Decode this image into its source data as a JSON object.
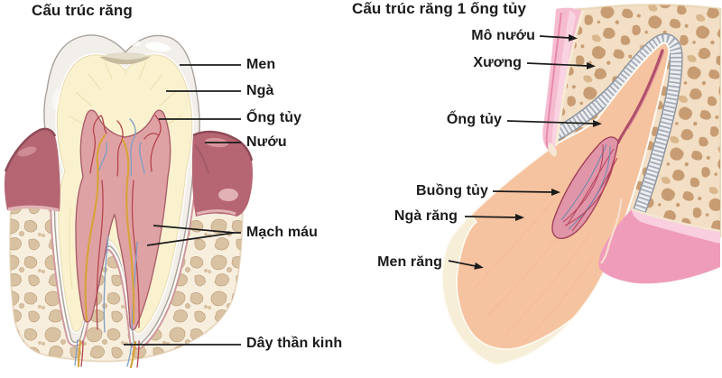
{
  "page": {
    "background": "#ffffff"
  },
  "left_figure": {
    "title": "Cấu trúc răng",
    "labels": [
      {
        "id": "men",
        "text": "Men"
      },
      {
        "id": "nga",
        "text": "Ngà"
      },
      {
        "id": "ong-tuy",
        "text": "Ống tủy"
      },
      {
        "id": "nuou",
        "text": "Nướu"
      },
      {
        "id": "mach-mau",
        "text": "Mạch máu"
      },
      {
        "id": "day-than-kinh",
        "text": "Dây thần kinh"
      }
    ]
  },
  "right_figure": {
    "title": "Cấu trúc răng 1 ống tủy",
    "labels": [
      {
        "id": "mo-nuou",
        "text": "Mô nướu"
      },
      {
        "id": "xuong",
        "text": "Xương"
      },
      {
        "id": "ong-tuy",
        "text": "Ống tủy"
      },
      {
        "id": "buong-tuy",
        "text": "Buồng tủy"
      },
      {
        "id": "nga-rang",
        "text": "Ngà răng"
      },
      {
        "id": "men-rang",
        "text": "Men răng"
      }
    ]
  },
  "colors": {
    "background": "#ffffff",
    "label_text": "#1b1b1b",
    "leader_line": "#1b1b1b",
    "enamel_white": "#f2efeb",
    "dentin_yellow": "#faf2cf",
    "pulp_pink": "#dfa2a4",
    "gum_rose": "#b56672",
    "bone_beige": "#f7eedd",
    "bone_pebble": "#d8c2a2",
    "right_bone": "#f3dfc5",
    "right_bone_spot": "#c79c72",
    "right_gum_pink": "#ef9cba",
    "right_gum_light": "#f9cede",
    "gum_band_pink": "#f5bcd0",
    "root_dentin": "#f6c3a0",
    "root_enamel": "#f7eed8",
    "ligament_gray": "#a7adb6",
    "canal_red": "#b04f6b",
    "vessel_red": "#b5454d",
    "vessel_blue": "#7d9dc2",
    "nerve_yellow": "#d7a33c"
  }
}
